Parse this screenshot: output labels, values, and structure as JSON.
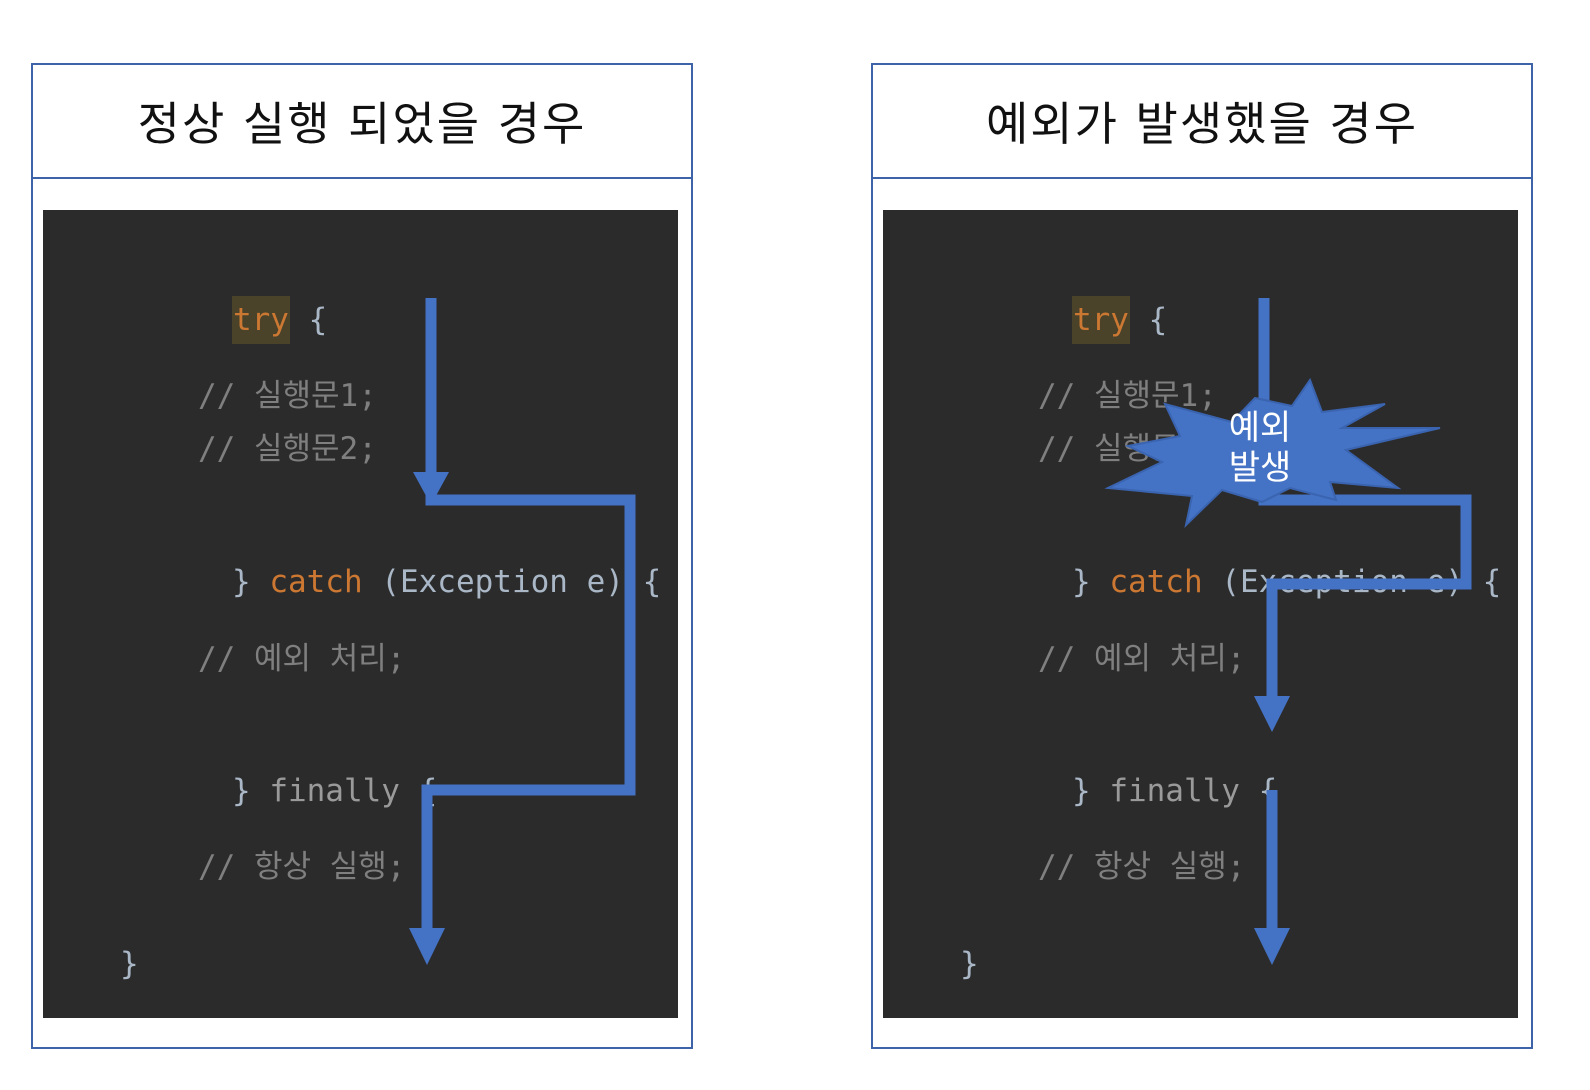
{
  "panels": {
    "normal": {
      "title": "정상 실행 되었을 경우",
      "code": {
        "try_kw": "try",
        "try_brace": " {",
        "stmt1": "// 실행문1;",
        "stmt2": "// 실행문2;",
        "catch_open": "} ",
        "catch_kw": "catch",
        "catch_rest": " (Exception e) {",
        "handle": "// 예외 처리;",
        "finally_open": "} ",
        "finally_kw": "finally",
        "finally_brace": " {",
        "always": "// 항상 실행;",
        "close": "}"
      }
    },
    "exception": {
      "title": "예외가 발생했을 경우",
      "code": {
        "try_kw": "try",
        "try_brace": " {",
        "stmt1": "// 실행문1;",
        "stmt2": "// 실행문2;",
        "catch_open": "} ",
        "catch_kw": "catch",
        "catch_rest": " (Exception e) {",
        "handle": "// 예외 처리;",
        "finally_open": "} ",
        "finally_kw": "finally",
        "finally_brace": " {",
        "always": "// 항상 실행;",
        "close": "}"
      },
      "burst_line1": "예외",
      "burst_line2": "발생"
    }
  },
  "colors": {
    "border": "#3e63a8",
    "arrow": "#4472c4",
    "code_bg": "#2b2b2b",
    "keyword": "#cc7832",
    "comment": "#7f7f7f",
    "text": "#a9b7c6",
    "burst": "#4472c4"
  },
  "icons": [
    "arrow-down-icon",
    "explosion-burst-icon"
  ]
}
